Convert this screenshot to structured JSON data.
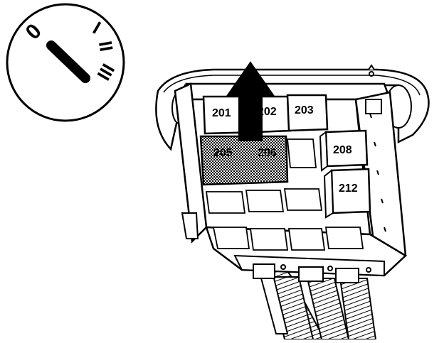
{
  "ignition_switch": {
    "positions": [
      "0",
      "I",
      "II",
      "III"
    ]
  },
  "fuse_box": {
    "relays": [
      {
        "id": "201",
        "label": "201"
      },
      {
        "id": "202",
        "label": "202"
      },
      {
        "id": "203",
        "label": "203"
      },
      {
        "id": "205",
        "label": "205"
      },
      {
        "id": "206",
        "label": "206"
      },
      {
        "id": "208",
        "label": "208"
      },
      {
        "id": "212",
        "label": "212"
      }
    ],
    "highlighted_relays": [
      "205",
      "206"
    ]
  },
  "colors": {
    "line": "#000000",
    "fill": "#ffffff",
    "shade": "#bdbdbd",
    "arrow": "#000000"
  }
}
